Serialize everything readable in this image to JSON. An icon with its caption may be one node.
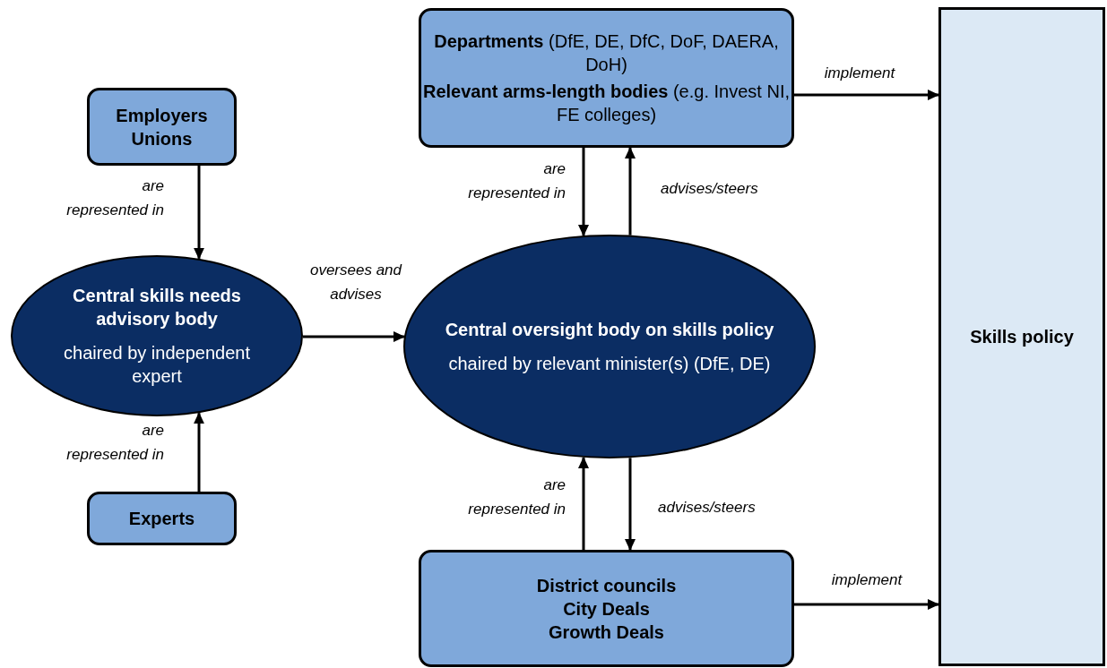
{
  "diagram": {
    "nodes": [
      {
        "text": [
          "Employers",
          "Unions"
        ]
      },
      {
        "text": [
          "Central skills needs advisory body",
          "chaired by independent expert"
        ]
      },
      {
        "text": [
          "Experts"
        ]
      },
      {
        "text": [
          "**Departments** (DfE, DE, DfC, DoF, DAERA, DoH)",
          "**Relevant arms-length bodies** (e.g. Invest NI, FE colleges)"
        ]
      },
      {
        "text": [
          "Central oversight body on skills policy",
          "chaired by relevant minister(s) (DfE, DE)"
        ]
      },
      {
        "text": [
          "District councils",
          "City Deals",
          "Growth Deals"
        ]
      },
      {
        "text": [
          "Skills policy"
        ]
      }
    ],
    "edges": [
      {
        "from": 0,
        "to": 1,
        "arrow": "to",
        "label": "are represented in"
      },
      {
        "from": 2,
        "to": 1,
        "arrow": "to",
        "label": "are represented in"
      },
      {
        "from": 1,
        "to": 4,
        "arrow": "to",
        "label": "oversees and advises"
      },
      {
        "from": 3,
        "to": 4,
        "arrow": "to",
        "label": "are represented in"
      },
      {
        "from": 4,
        "to": 3,
        "arrow": "to",
        "label": "advises/steers"
      },
      {
        "from": 5,
        "to": 4,
        "arrow": "to",
        "label": "are represented in"
      },
      {
        "from": 4,
        "to": 5,
        "arrow": "to",
        "label": "advises/steers"
      },
      {
        "from": 3,
        "to": 6,
        "arrow": "to",
        "label": "implement"
      },
      {
        "from": 5,
        "to": 6,
        "arrow": "to",
        "label": "implement"
      }
    ]
  }
}
